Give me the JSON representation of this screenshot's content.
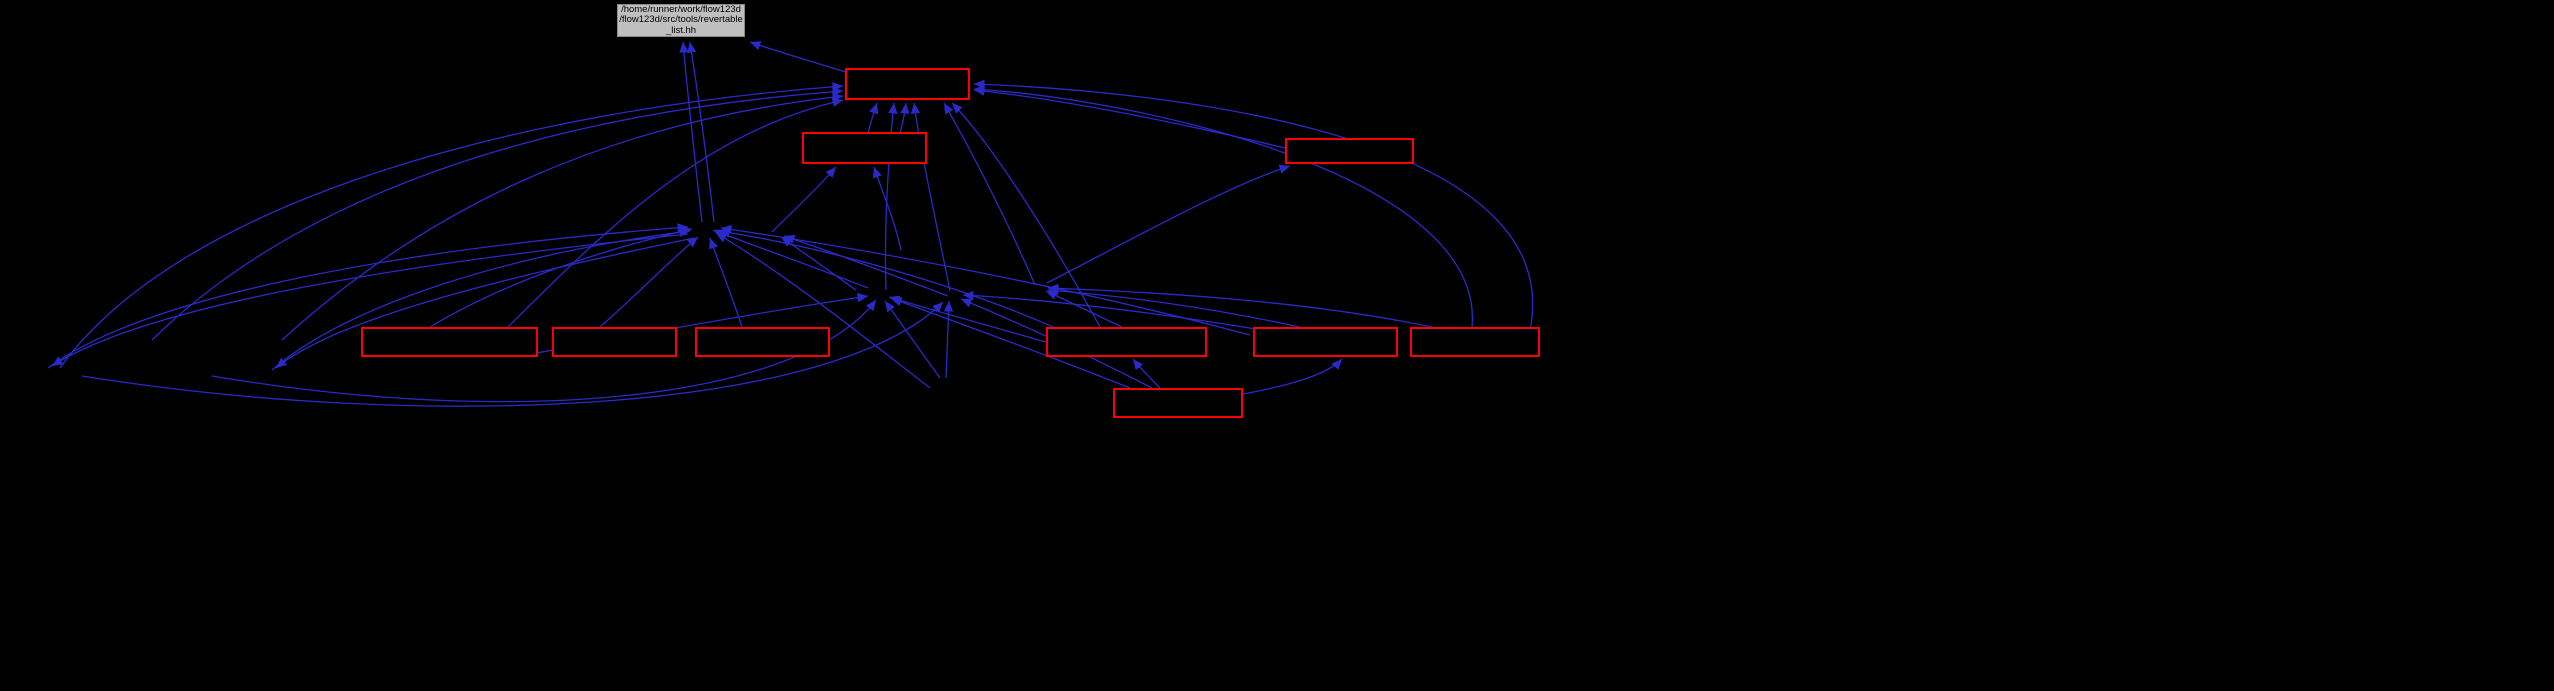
{
  "root_node": {
    "label": "/home/runner/work/flow123d\n/flow123d/src/tools/revertable\n_list.hh"
  },
  "colors": {
    "background": "#000000",
    "edge": "#2a2ac8",
    "node_border": "#ff0000",
    "node_fill": "#000000",
    "root_fill": "#bfbfbf",
    "root_border": "#8a8a8a",
    "root_text": "#000000"
  },
  "graph": {
    "type": "include-dependency-graph",
    "red_node_count": 10,
    "note": "red nodes contain no legible text at this rendering (dark-on-dark)"
  }
}
